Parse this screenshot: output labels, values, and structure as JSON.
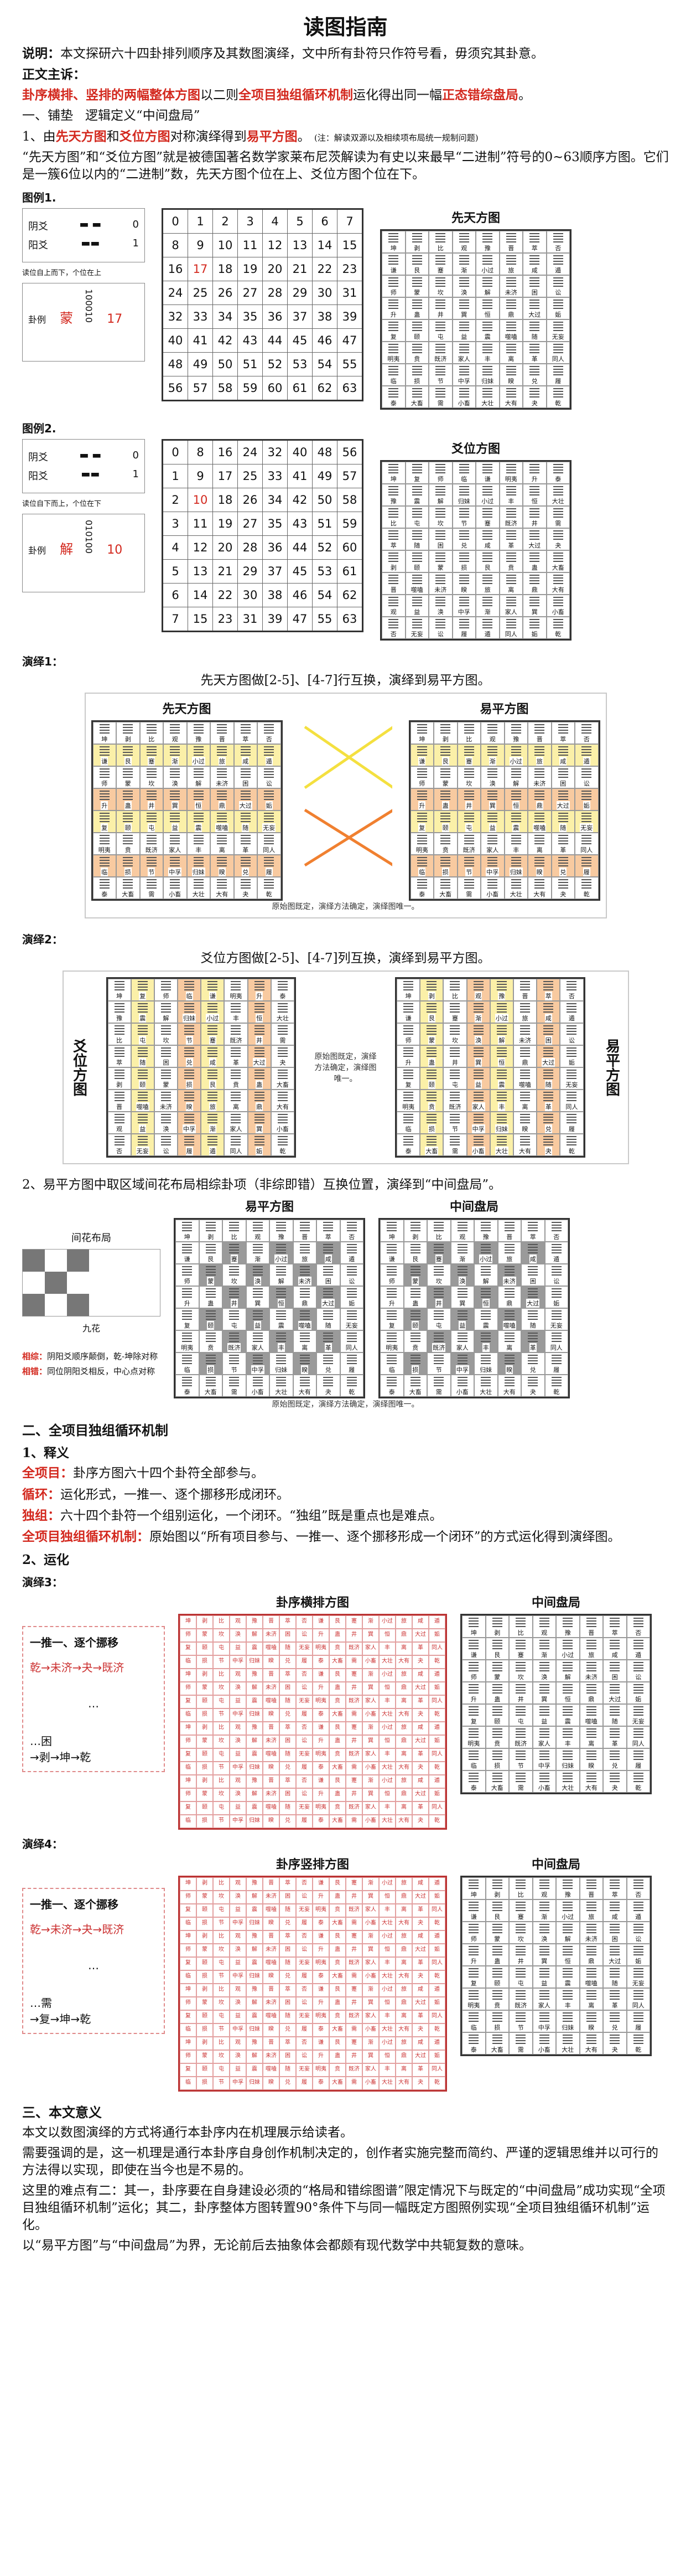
{
  "title": "读图指南",
  "intro": {
    "note_label": "说明：",
    "note_text": "本文探研六十四卦排列顺序及其数图演绎，文中所有卦符只作符号看，毋须究其卦意。",
    "main_label": "正文主诉：",
    "main_text_1": "卦序横排、竖排的两幅整体方图",
    "main_text_2": "以二则",
    "main_text_3": "全项目独组循环机制",
    "main_text_4": "运化得出同一幅",
    "main_text_5": "正态错综盘局",
    "main_text_6": "。"
  },
  "s1": {
    "heading": "一、铺垫",
    "heading_note": "逻辑定义“中间盘局”",
    "p1_prefix": "1、由",
    "p1_a": "先天方图",
    "p1_and": "和",
    "p1_b": "爻位方图",
    "p1_mid": "对称演绎得到",
    "p1_c": "易平方图",
    "p1_end": "。",
    "p1_note": "(注：解读双源以及相续项布局统一规制问题)",
    "p2": "“先天方图”和“爻位方图”就是被德国著名数学家莱布尼茨解读为有史以来最早“二进制”符号的0~63顺序方图。它们是一簇6位以内的“二进制”数，先天方图个位在上、爻位方图个位在下。"
  },
  "fig1": {
    "label": "图例1.",
    "yin": "阴爻",
    "yin_val": "0",
    "yang": "阳爻",
    "yang_val": "1",
    "read_order": "读位自上而下，个位在上",
    "ex_label": "卦例",
    "ex_name": "蒙",
    "ex_bits": "100010",
    "ex_num": "17",
    "grid": [
      [
        0,
        1,
        2,
        3,
        4,
        5,
        6,
        7
      ],
      [
        8,
        9,
        10,
        11,
        12,
        13,
        14,
        15
      ],
      [
        16,
        17,
        18,
        19,
        20,
        21,
        22,
        23
      ],
      [
        24,
        25,
        26,
        27,
        28,
        29,
        30,
        31
      ],
      [
        32,
        33,
        34,
        35,
        36,
        37,
        38,
        39
      ],
      [
        40,
        41,
        42,
        43,
        44,
        45,
        46,
        47
      ],
      [
        48,
        49,
        50,
        51,
        52,
        53,
        54,
        55
      ],
      [
        56,
        57,
        58,
        59,
        60,
        61,
        62,
        63
      ]
    ],
    "title": "先天方图"
  },
  "fig2": {
    "label": "图例2.",
    "yin": "阴爻",
    "yin_val": "0",
    "yang": "阳爻",
    "yang_val": "1",
    "read_order": "读位自下而上，个位在下",
    "ex_label": "卦例",
    "ex_name": "解",
    "ex_bits": "010100",
    "ex_num": "10",
    "grid": [
      [
        0,
        8,
        16,
        24,
        32,
        40,
        48,
        56
      ],
      [
        1,
        9,
        17,
        25,
        33,
        41,
        49,
        57
      ],
      [
        2,
        10,
        18,
        26,
        34,
        42,
        50,
        58
      ],
      [
        3,
        11,
        19,
        27,
        35,
        43,
        51,
        59
      ],
      [
        4,
        12,
        20,
        28,
        36,
        44,
        52,
        60
      ],
      [
        5,
        13,
        21,
        29,
        37,
        45,
        53,
        61
      ],
      [
        6,
        14,
        22,
        30,
        38,
        46,
        54,
        62
      ],
      [
        7,
        15,
        23,
        31,
        39,
        47,
        55,
        63
      ]
    ],
    "title": "爻位方图"
  },
  "hex_rows_xiantian": [
    [
      "坤",
      "剥",
      "比",
      "观",
      "豫",
      "晋",
      "萃",
      "否"
    ],
    [
      "谦",
      "艮",
      "蹇",
      "渐",
      "小过",
      "旅",
      "咸",
      "遁"
    ],
    [
      "师",
      "蒙",
      "坎",
      "涣",
      "解",
      "未济",
      "困",
      "讼"
    ],
    [
      "升",
      "蛊",
      "井",
      "巽",
      "恒",
      "鼎",
      "大过",
      "姤"
    ],
    [
      "复",
      "颐",
      "屯",
      "益",
      "震",
      "噬嗑",
      "随",
      "无妄"
    ],
    [
      "明夷",
      "贲",
      "既济",
      "家人",
      "丰",
      "离",
      "革",
      "同人"
    ],
    [
      "临",
      "损",
      "节",
      "中孚",
      "归妹",
      "睽",
      "兑",
      "履"
    ],
    [
      "泰",
      "大畜",
      "需",
      "小畜",
      "大壮",
      "大有",
      "夬",
      "乾"
    ]
  ],
  "hex_rows_yaowei": [
    [
      "坤",
      "复",
      "师",
      "临",
      "谦",
      "明夷",
      "升",
      "泰"
    ],
    [
      "豫",
      "震",
      "解",
      "归妹",
      "小过",
      "丰",
      "恒",
      "大壮"
    ],
    [
      "比",
      "屯",
      "坎",
      "节",
      "蹇",
      "既济",
      "井",
      "需"
    ],
    [
      "萃",
      "随",
      "困",
      "兑",
      "咸",
      "革",
      "大过",
      "夬"
    ],
    [
      "剥",
      "颐",
      "蒙",
      "损",
      "艮",
      "贲",
      "蛊",
      "大畜"
    ],
    [
      "晋",
      "噬嗑",
      "未济",
      "睽",
      "旅",
      "离",
      "鼎",
      "大有"
    ],
    [
      "观",
      "益",
      "涣",
      "中孚",
      "渐",
      "家人",
      "巽",
      "小畜"
    ],
    [
      "否",
      "无妄",
      "讼",
      "履",
      "遁",
      "同人",
      "姤",
      "乾"
    ]
  ],
  "demo1": {
    "label": "演绎1：",
    "text": "先天方图做[2-5]、[4-7]行互换，演绎到易平方图。",
    "left_title": "先天方图",
    "right_title": "易平方图",
    "note": "原始图既定，演绎方法确定，演绎图唯一。"
  },
  "demo2": {
    "label": "演绎2：",
    "text": "爻位方图做[2-5]、[4-7]列互换，演绎到易平方图。",
    "left_side": "爻位方图",
    "right_side": "易平方图",
    "note": "原始图既定，演绎方法确定，演绎图唯一。"
  },
  "s1_2": {
    "text": "2、易平方图中取区域间花布局相综卦项（非综即错）互换位置，演绎到“中间盘局”。",
    "left_title": "易平方图",
    "right_title": "中间盘局",
    "pattern_label": "间花布局",
    "pattern_sub": "九花",
    "xiangzong_label": "相综：",
    "xiangzong_text": "阴阳爻顺序颠倒，乾-坤除对称",
    "xiangcuo_label": "相错：",
    "xiangcuo_text": "同位阴阳爻相反，中心点对称",
    "note": "原始图既定，演绎方法确定，演绎图唯一。"
  },
  "s2": {
    "heading": "二、全项目独组循环机制",
    "sub1": "1、释义",
    "def1_label": "全项目：",
    "def1_text": "卦序方图六十四个卦符全部参与。",
    "def2_label": "循环：",
    "def2_text": "运化形式，一推一、逐个挪移形成闭环。",
    "def3_label": "独组：",
    "def3_text": "六十四个卦符一个组别运化，一个闭环。“独组”既是重点也是难点。",
    "def4_label": "全项目独组循环机制：",
    "def4_text": "原始图以“所有项目参与、一推一、逐个挪移形成一个闭环”的方式运化得到演绎图。",
    "sub2": "2、运化",
    "demo3_label": "演绎3：",
    "demo3_grid_title": "卦序横排方图",
    "demo3_right_title": "中间盘局",
    "demo3_box_title": "一推一、逐个挪移",
    "demo3_chain_1": "乾",
    "demo3_chain_2": "未济",
    "demo3_chain_3": "夬",
    "demo3_chain_4": "既济",
    "demo3_dots": "…",
    "demo3_end_a": "困",
    "demo3_end_b": "剥",
    "demo3_end_c": "坤",
    "demo3_end_d": "乾",
    "demo4_label": "演绎4：",
    "demo4_grid_title": "卦序竖排方图",
    "demo4_right_title": "中间盘局",
    "demo4_box_title": "一推一、逐个挪移",
    "demo4_chain_1": "乾",
    "demo4_chain_2": "未济",
    "demo4_chain_3": "夬",
    "demo4_chain_4": "既济",
    "demo4_dots": "…",
    "demo4_end_a": "需",
    "demo4_end_b": "复",
    "demo4_end_c": "坤",
    "demo4_end_d": "乾"
  },
  "s3": {
    "heading": "三、本文意义",
    "p1": "本文以数图演绎的方式将通行本卦序内在机理展示给读者。",
    "p2": "需要强调的是，这一机理是通行本卦序自身创作机制决定的，创作者实施完整而简约、严谨的逻辑思维并以可行的方法得以实现，即使在当今也是不易的。",
    "p3": "这里的难点有二：其一，卦序要在自身建设必须的“格局和错综图谱”限定情况下与既定的“中间盘局”成功实现“全项目独组循环机制”运化；其二，卦序整体方图转置90°条件下与同一幅既定方图照例实现“全项目独组循环机制”运化。",
    "p4": "以“易平方图”与“中间盘局”为界，无论前后去抽象体会都颇有现代数学中共轭复数的意味。"
  }
}
